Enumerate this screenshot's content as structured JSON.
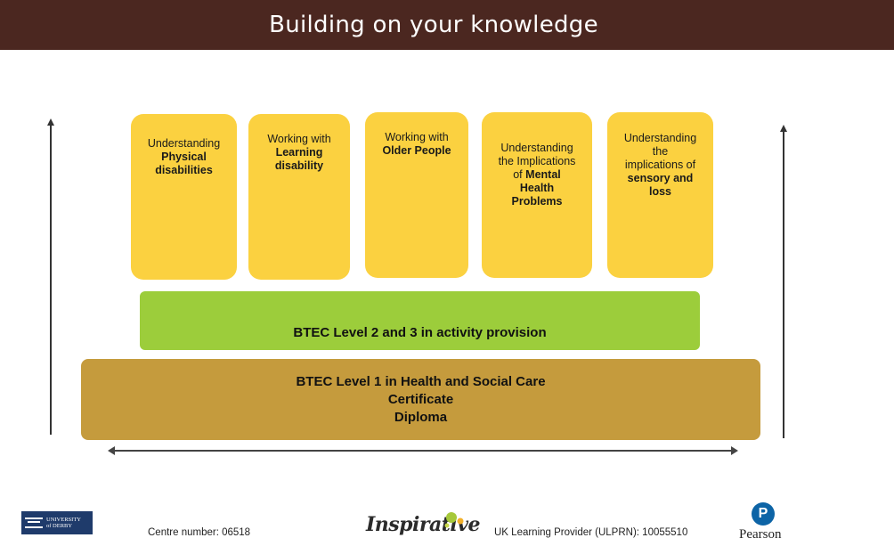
{
  "header": {
    "title": "Building on your knowledge"
  },
  "topics": [
    {
      "lines": [
        {
          "text": "Understanding",
          "bold": false
        },
        {
          "text": "Physical",
          "bold": true
        },
        {
          "text": "disabilities",
          "bold": true
        }
      ]
    },
    {
      "lines": [
        {
          "text": "Working with",
          "bold": false
        },
        {
          "text": "Learning",
          "bold": true
        },
        {
          "text": "disability",
          "bold": true
        }
      ]
    },
    {
      "lines": [
        {
          "text": "Working with",
          "bold": false
        },
        {
          "text": "Older People",
          "bold": true
        }
      ]
    },
    {
      "lines": [
        {
          "text": "Understanding",
          "bold": false
        },
        {
          "text": "the Implications",
          "bold": false
        },
        {
          "text": "of",
          "bold": false,
          "inline_bold": "Mental"
        },
        {
          "text": "Health",
          "bold": true
        },
        {
          "text": "Problems",
          "bold": true
        }
      ]
    },
    {
      "lines": [
        {
          "text": "Understanding",
          "bold": false
        },
        {
          "text": "the",
          "bold": false
        },
        {
          "text": "implications of",
          "bold": false
        },
        {
          "text": "sensory and",
          "bold": true
        },
        {
          "text": "loss",
          "bold": true
        }
      ]
    }
  ],
  "levels": {
    "green": "BTEC Level 2 and 3 in activity provision",
    "gold": [
      "BTEC Level 1 in Health and Social Care",
      "Certificate",
      "Diploma"
    ]
  },
  "footer": {
    "university_logo_text": [
      "UNIVERSITY",
      "of DERBY"
    ],
    "centre_number": "Centre number: 06518",
    "inspirative_logo": "Inspirative",
    "ulprn": "UK Learning Provider (ULPRN): 10055510",
    "pearson_mark": "P",
    "pearson_text": "Pearson"
  },
  "colors": {
    "header": "#4b2720",
    "topic": "#fbd140",
    "green_bar": "#9ccd3b",
    "gold_bar": "#c59b3d",
    "pearson_blue": "#0d64a6"
  }
}
